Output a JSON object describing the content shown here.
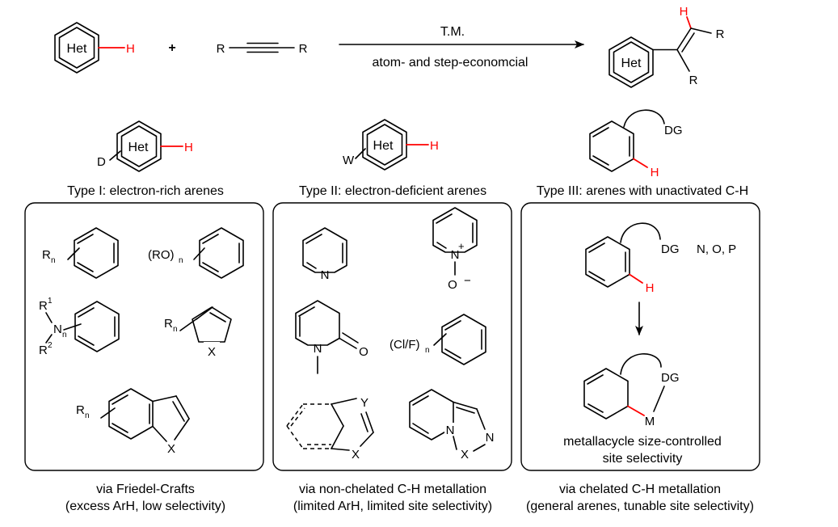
{
  "reaction": {
    "het": "Het",
    "h": "H",
    "plus": "+",
    "r": "R",
    "arrow_above": "T.M.",
    "arrow_below": "atom- and step-economcial"
  },
  "types": {
    "type1": {
      "substituent": "D",
      "het": "Het",
      "h": "H",
      "title": "Type I: electron-rich arenes",
      "caption_line1": "via Friedel-Crafts",
      "caption_line2": "(excess ArH, low selectivity)"
    },
    "type2": {
      "substituent": "W",
      "het": "Het",
      "h": "H",
      "title": "Type II: electron-deficient arenes",
      "caption_line1": "via non-chelated C-H metallation",
      "caption_line2": "(limited ArH, limited site selectivity)"
    },
    "type3": {
      "dg": "DG",
      "h": "H",
      "title": "Type III: arenes with unactivated C-H",
      "caption_line1": "via chelated C-H metallation",
      "caption_line2": "(general arenes, tunable site selectivity)"
    }
  },
  "panel1": {
    "rn_r": "R",
    "rn_n": "n",
    "ro_group": "(RO)",
    "ro_n": "n",
    "r1_r": "R",
    "r1_sup": "1",
    "r2_r": "R",
    "r2_sup": "2",
    "n_atom": "N",
    "n_sub": "n",
    "x": "X"
  },
  "panel2": {
    "n": "N",
    "plus": "+",
    "o": "O",
    "minus": "−",
    "clf": "(Cl/F)",
    "clf_n": "n",
    "y": "Y",
    "x": "X"
  },
  "panel3": {
    "dg": "DG",
    "h": "H",
    "heteroatoms": "N, O, P",
    "m": "M",
    "caption_line1": "metallacycle size-controlled",
    "caption_line2": "site selectivity"
  }
}
